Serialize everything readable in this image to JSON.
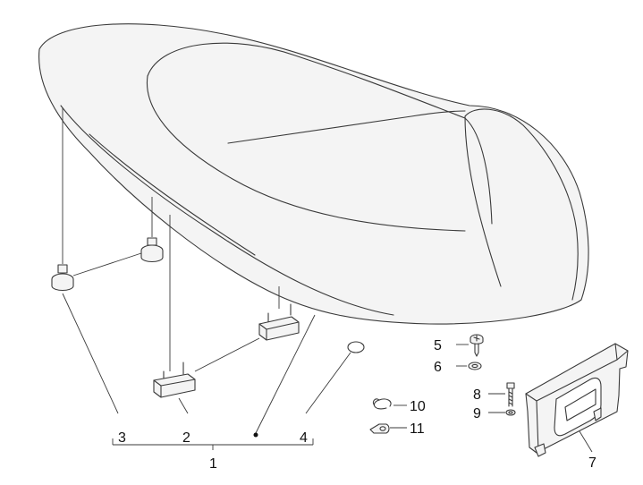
{
  "callouts": [
    {
      "id": "1",
      "label": "1"
    },
    {
      "id": "2",
      "label": "2"
    },
    {
      "id": "3",
      "label": "3"
    },
    {
      "id": "4",
      "label": "4"
    },
    {
      "id": "5",
      "label": "5"
    },
    {
      "id": "6",
      "label": "6"
    },
    {
      "id": "7",
      "label": "7"
    },
    {
      "id": "8",
      "label": "8"
    },
    {
      "id": "9",
      "label": "9"
    },
    {
      "id": "10",
      "label": "10"
    },
    {
      "id": "11",
      "label": "11"
    }
  ],
  "colors": {
    "line": "#3a3a3a",
    "fill": "#f4f4f4",
    "background": "#ffffff"
  }
}
